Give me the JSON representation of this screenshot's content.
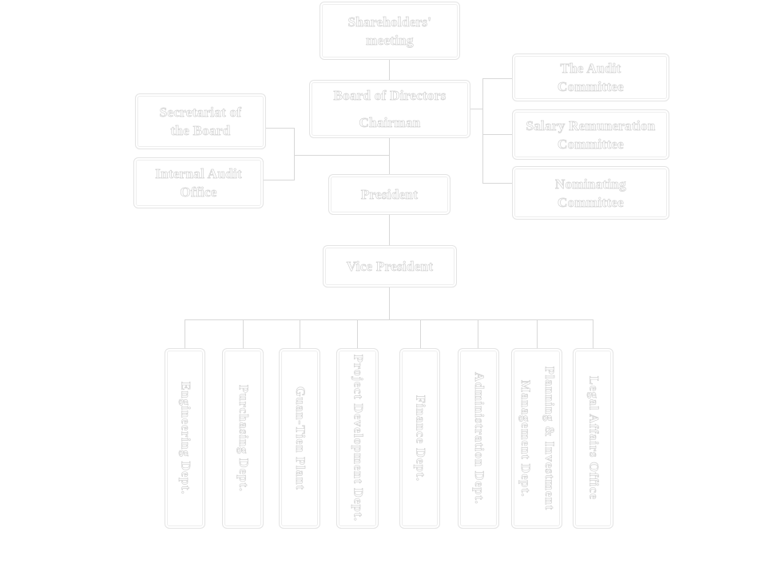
{
  "org_chart": {
    "shareholders": "Shareholders'\nmeeting",
    "board": {
      "title": "Board of Directors",
      "subtitle": "Chairman"
    },
    "secretariat": "Secretariat of\nthe Board",
    "internal_audit": "Internal Audit\nOffice",
    "president": "President",
    "vice_president": "Vice President",
    "committees": {
      "audit": "The Audit\nCommittee",
      "salary": "Salary Remuneration\nCommittee",
      "nominating": "Nominating\nCommittee"
    },
    "departments": [
      "Engineering Dept.",
      "Purchasing Dept.",
      "Guan-Tien Plant",
      "Project Development Dept.",
      "Finance Dept.",
      "Administration Dept.",
      "Planning & Investment\nManagement Dept.",
      "Legal Affairs Office"
    ]
  }
}
